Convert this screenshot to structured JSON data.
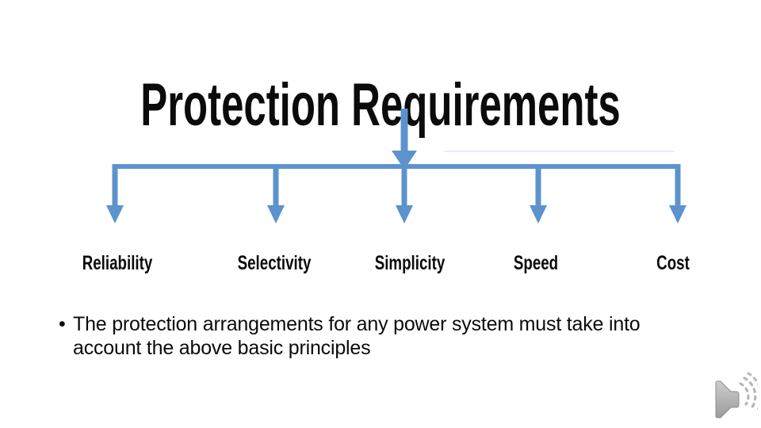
{
  "slide": {
    "title": "Protection Requirements",
    "diagram": {
      "type": "tree",
      "root": "Protection Requirements",
      "branches": [
        "Reliability",
        "Selectivity",
        "Simplicity",
        "Speed",
        "Cost"
      ]
    },
    "bullets": [
      {
        "marker": "•",
        "text": "The protection arrangements for any power system must take into account the above basic principles"
      }
    ],
    "icons": {
      "audio": "speaker-with-sound-waves-icon"
    },
    "colors": {
      "connector": "#5C93CC",
      "text": "#0B0B0B",
      "speaker": "#ABABAB",
      "background": "#FFFFFF"
    }
  }
}
